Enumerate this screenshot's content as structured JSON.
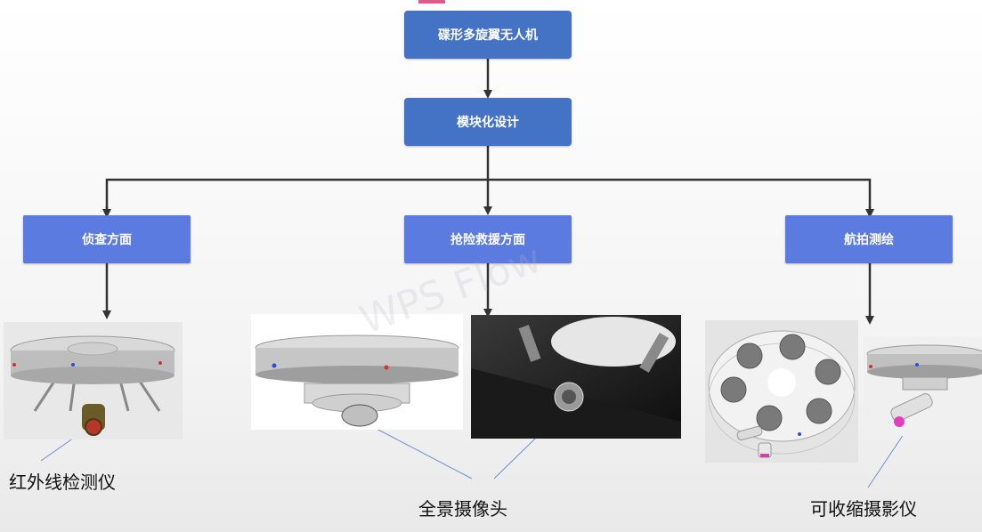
{
  "root": {
    "label": "碟形多旋翼无人机"
  },
  "design": {
    "label": "模块化设计"
  },
  "branches": [
    {
      "label": "侦查方面"
    },
    {
      "label": "抢险救援方面"
    },
    {
      "label": "航拍测绘"
    }
  ],
  "captions": {
    "infrared": "红外线检测仪",
    "panoramic": "全景摄像头",
    "retractable": "可收缩摄影仪"
  },
  "watermark": "WPS Flow",
  "colors": {
    "dark_box": "#4472c4",
    "light_box": "#5b7be0",
    "connector": "#333333",
    "annotation": "#6e8fd8"
  }
}
